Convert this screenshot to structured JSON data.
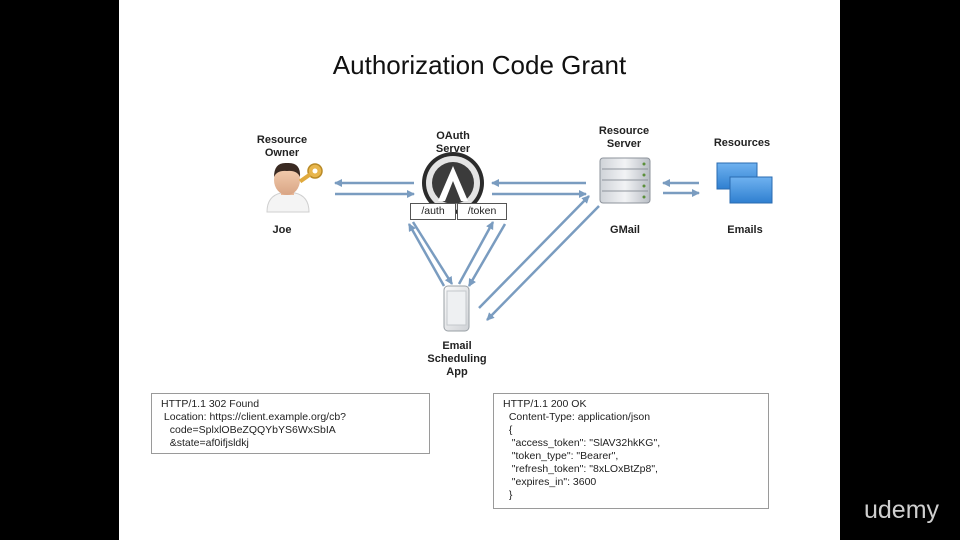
{
  "title": "Authorization Code Grant",
  "nodes": {
    "resource_owner": {
      "label_line1": "Resource",
      "label_line2": "Owner",
      "name": "Joe"
    },
    "oauth_server": {
      "label_line1": "OAuth",
      "label_line2": "Server",
      "endpoint_auth": "/auth",
      "endpoint_token": "/token",
      "logo_text": "OAUTH"
    },
    "resource_server": {
      "label_line1": "Resource",
      "label_line2": "Server",
      "name": "GMail"
    },
    "resources": {
      "label": "Resources",
      "name": "Emails"
    },
    "client_app": {
      "label_line1": "Email",
      "label_line2": "Scheduling",
      "label_line3": "App"
    }
  },
  "redirect_box": {
    "lines": [
      "HTTP/1.1 302 Found",
      " Location: https://client.example.org/cb?",
      "   code=SplxlOBeZQQYbYS6WxSbIA",
      "   &state=af0ifjsldkj"
    ]
  },
  "token_box": {
    "lines": [
      "HTTP/1.1 200 OK",
      "  Content-Type: application/json",
      "  {",
      "   \"access_token\": \"SlAV32hkKG\",",
      "   \"token_type\": \"Bearer\",",
      "   \"refresh_token\": \"8xLOxBtZp8\",",
      "   \"expires_in\": 3600",
      "  }"
    ]
  },
  "watermark": "udemy",
  "colors": {
    "arrow": "#7a9cc0",
    "server_blue": "#4a8fd6",
    "background": "#000000",
    "slide": "#ffffff"
  }
}
